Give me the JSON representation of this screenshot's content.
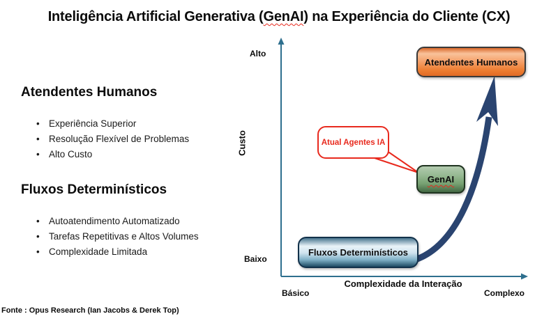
{
  "title": {
    "prefix": "Inteligência Artificial Generativa (",
    "genai": "GenAI",
    "suffix": ") na Experiência do Cliente (CX)"
  },
  "left_panel": {
    "sections": [
      {
        "heading": "Atendentes Humanos",
        "bullets": [
          "Experiência Superior",
          "Resolução Flexível de Problemas",
          "Alto Custo"
        ]
      },
      {
        "heading": "Fluxos Determinísticos",
        "bullets": [
          "Autoatendimento Automatizado",
          "Tarefas Repetitivas e Altos Volumes",
          "Complexidade Limitada"
        ]
      }
    ]
  },
  "chart": {
    "y_axis": {
      "label": "Custo",
      "max_label": "Alto",
      "min_label": "Baixo"
    },
    "x_axis": {
      "label": "Complexidade da Interação",
      "min_label": "Básico",
      "max_label": "Complexo"
    },
    "nodes": [
      {
        "label": "Fluxos Determinísticos",
        "fill": "#1d4a63"
      },
      {
        "label": "GenAI",
        "fill": "#76a071"
      },
      {
        "label": "Atendentes Humanos",
        "fill": "#ed7d31"
      }
    ],
    "callout": {
      "label": "Atual Agentes IA"
    },
    "colors": {
      "accent_red": "#e8291d",
      "growth_arrow_navy": "#2a4470",
      "axis_teal": "#2e6f8e"
    }
  },
  "footer": {
    "text": "Fonte : Opus Research (Ian Jacobs & Derek Top)"
  }
}
